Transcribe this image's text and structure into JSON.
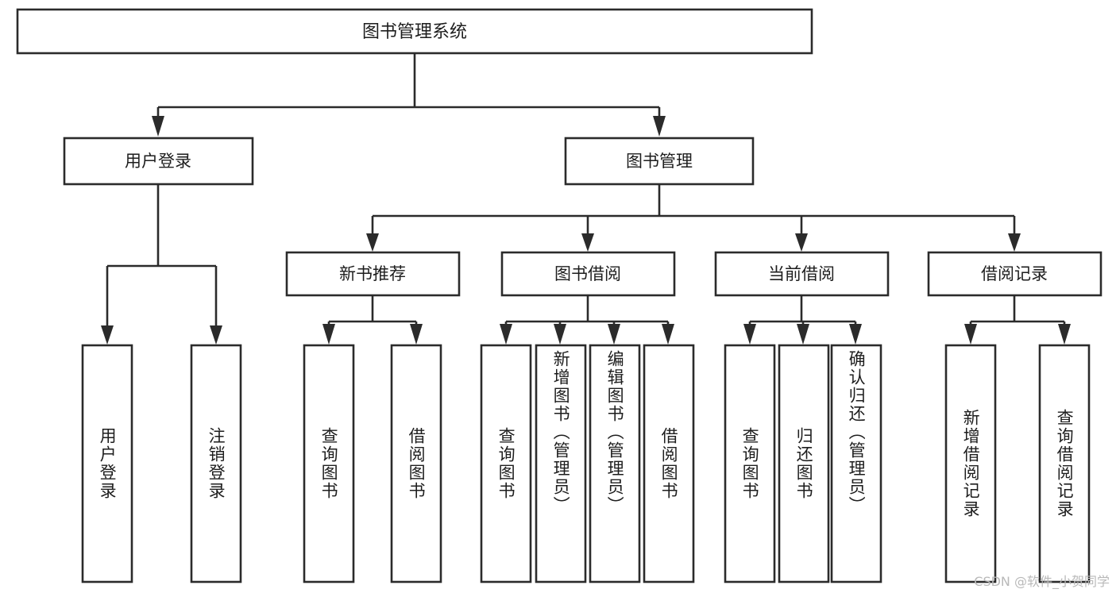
{
  "diagram": {
    "title": "图书管理系统",
    "type": "tree-hierarchy-diagram",
    "colors": {
      "box_stroke": "#2b2b2b",
      "box_fill": "#ffffff",
      "connector": "#2b2b2b",
      "text": "#1d1d1d",
      "watermark": "#b9b9b9",
      "background": "#ffffff"
    }
  },
  "root": {
    "label": "图书管理系统"
  },
  "level2": [
    {
      "label": "用户登录"
    },
    {
      "label": "图书管理"
    }
  ],
  "level3": [
    {
      "label": "新书推荐"
    },
    {
      "label": "图书借阅"
    },
    {
      "label": "当前借阅"
    },
    {
      "label": "借阅记录"
    }
  ],
  "leaves": {
    "user_login": [
      {
        "label": "用户登录"
      },
      {
        "label": "注销登录"
      }
    ],
    "new_book_recommend": [
      {
        "label": "查询图书"
      },
      {
        "label": "借阅图书"
      }
    ],
    "book_borrow": [
      {
        "label": "查询图书"
      },
      {
        "label": "新增图书（管理员）"
      },
      {
        "label": "编辑图书（管理员）"
      },
      {
        "label": "借阅图书"
      }
    ],
    "current_borrow": [
      {
        "label": "查询图书"
      },
      {
        "label": "归还图书"
      },
      {
        "label": "确认归还（管理员）"
      }
    ],
    "borrow_record": [
      {
        "label": "新增借阅记录"
      },
      {
        "label": "查询借阅记录"
      }
    ]
  },
  "watermark": {
    "text": "CSDN @软件_小贺同学"
  }
}
